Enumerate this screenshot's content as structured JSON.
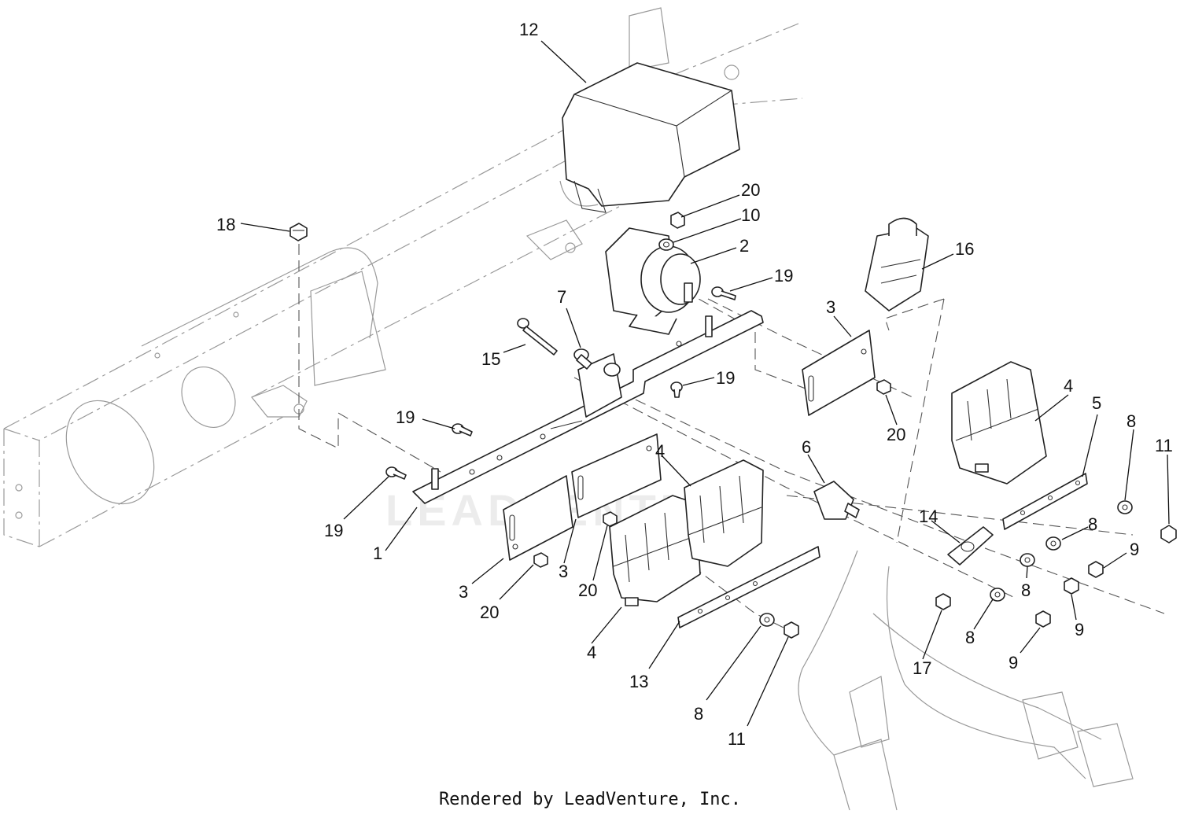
{
  "footer": "Rendered by LeadVenture, Inc.",
  "watermark": "LEADVENTURE",
  "callouts": [
    {
      "id": "c12a",
      "label": "12"
    },
    {
      "id": "c20a",
      "label": "20"
    },
    {
      "id": "c10",
      "label": "10"
    },
    {
      "id": "c2",
      "label": "2"
    },
    {
      "id": "c18",
      "label": "18"
    },
    {
      "id": "c16",
      "label": "16"
    },
    {
      "id": "c19a",
      "label": "19"
    },
    {
      "id": "c7",
      "label": "7"
    },
    {
      "id": "c3a",
      "label": "3"
    },
    {
      "id": "c15",
      "label": "15"
    },
    {
      "id": "c19b",
      "label": "19"
    },
    {
      "id": "c4a",
      "label": "4"
    },
    {
      "id": "c5",
      "label": "5"
    },
    {
      "id": "c19c",
      "label": "19"
    },
    {
      "id": "c8a",
      "label": "8"
    },
    {
      "id": "c11a",
      "label": "11"
    },
    {
      "id": "c20b",
      "label": "20"
    },
    {
      "id": "c4b",
      "label": "4"
    },
    {
      "id": "c6",
      "label": "6"
    },
    {
      "id": "c19d",
      "label": "19"
    },
    {
      "id": "c14",
      "label": "14"
    },
    {
      "id": "c8b",
      "label": "8"
    },
    {
      "id": "c9a",
      "label": "9"
    },
    {
      "id": "c1",
      "label": "1"
    },
    {
      "id": "c3b",
      "label": "3"
    },
    {
      "id": "c3c",
      "label": "3"
    },
    {
      "id": "c20c",
      "label": "20"
    },
    {
      "id": "c20d",
      "label": "20"
    },
    {
      "id": "c8c",
      "label": "8"
    },
    {
      "id": "c9b",
      "label": "9"
    },
    {
      "id": "c4c",
      "label": "4"
    },
    {
      "id": "c8d",
      "label": "8"
    },
    {
      "id": "c9c",
      "label": "9"
    },
    {
      "id": "c17",
      "label": "17"
    },
    {
      "id": "c13",
      "label": "13"
    },
    {
      "id": "c8e",
      "label": "8"
    },
    {
      "id": "c11b",
      "label": "11"
    }
  ]
}
